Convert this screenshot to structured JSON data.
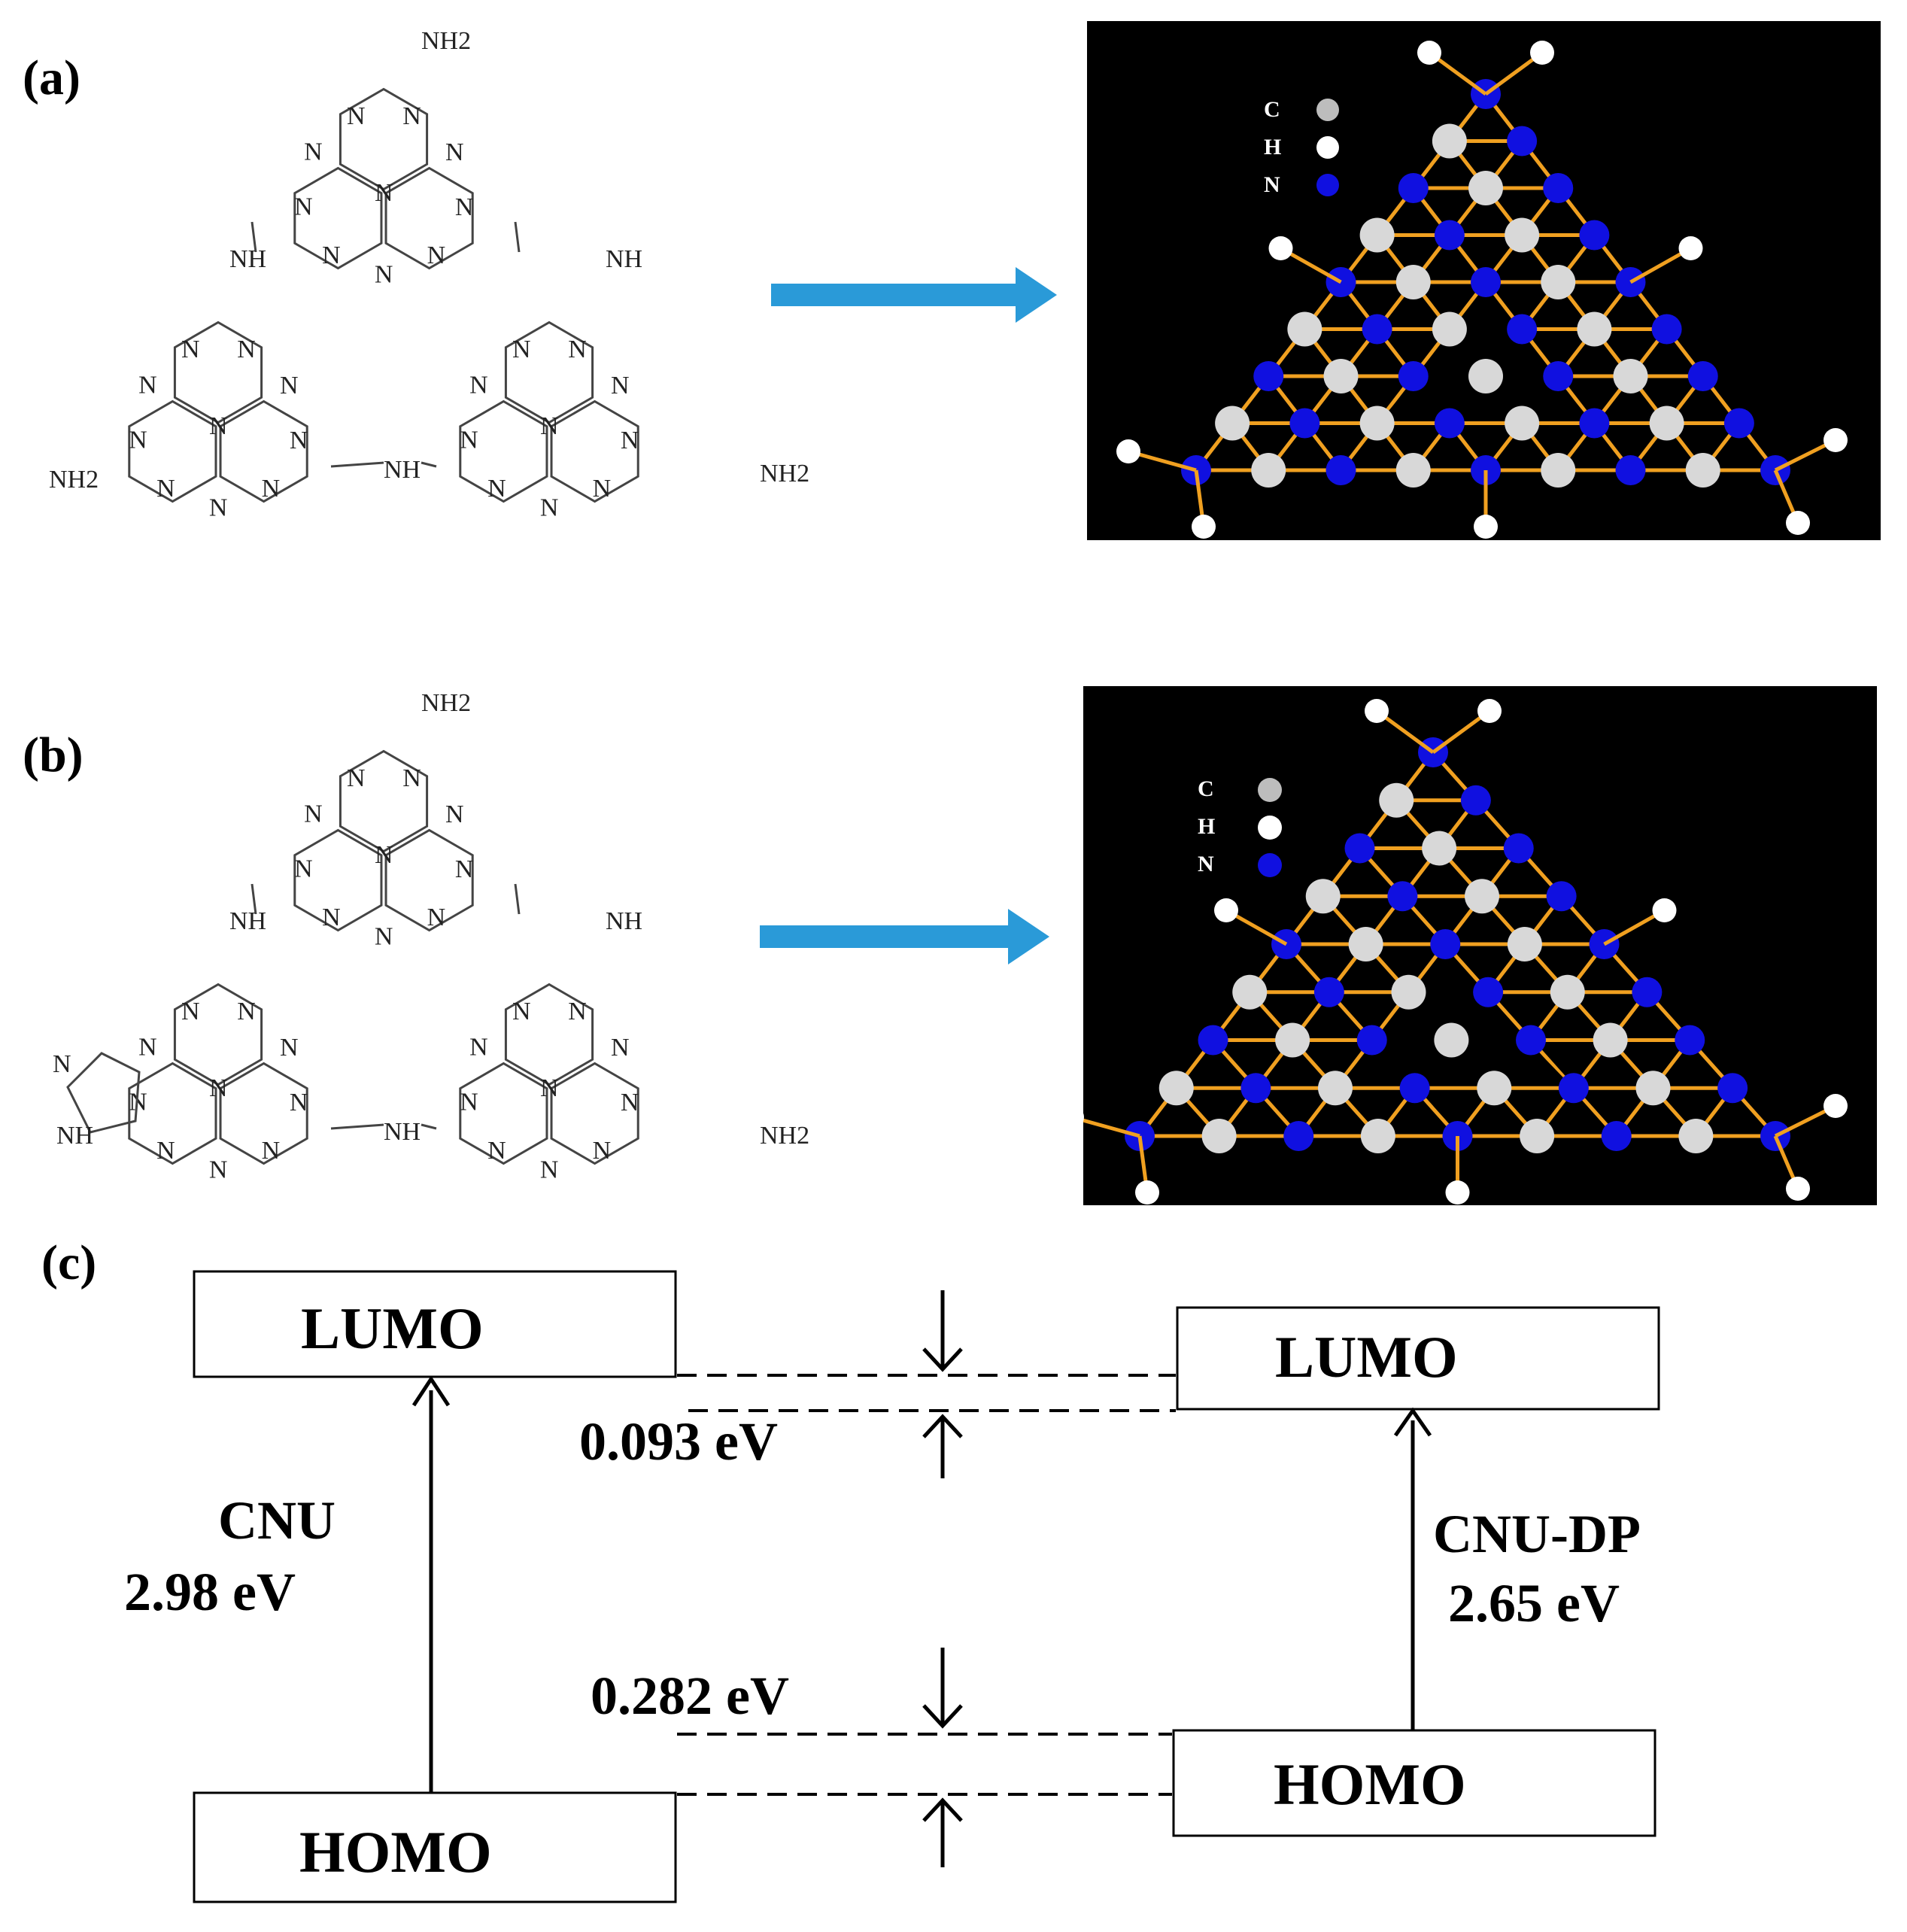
{
  "panels": {
    "a": {
      "label": "(a)"
    },
    "b": {
      "label": "(b)"
    },
    "c": {
      "label": "(c)"
    }
  },
  "chem_labels": {
    "nh2": "NH2",
    "nh2_alt": "NH2",
    "nh": "NH",
    "n": "N"
  },
  "legend": {
    "c": "C",
    "h": "H",
    "n": "N"
  },
  "colors": {
    "arrow_blue": "#2a9ad8",
    "bond_orange": "#f0a020",
    "atom_blue": "#1010e0",
    "atom_grey": "#d8d8d8",
    "atom_white": "#ffffff",
    "panel_bg": "#000000"
  },
  "energy": {
    "left": {
      "lumo": "LUMO",
      "homo": "HOMO",
      "name": "CNU",
      "gap": "2.98 eV"
    },
    "right": {
      "lumo": "LUMO",
      "homo": "HOMO",
      "name": "CNU-DP",
      "gap": "2.65 eV"
    },
    "lumo_shift": "0.093 eV",
    "homo_shift": "0.282 eV"
  }
}
